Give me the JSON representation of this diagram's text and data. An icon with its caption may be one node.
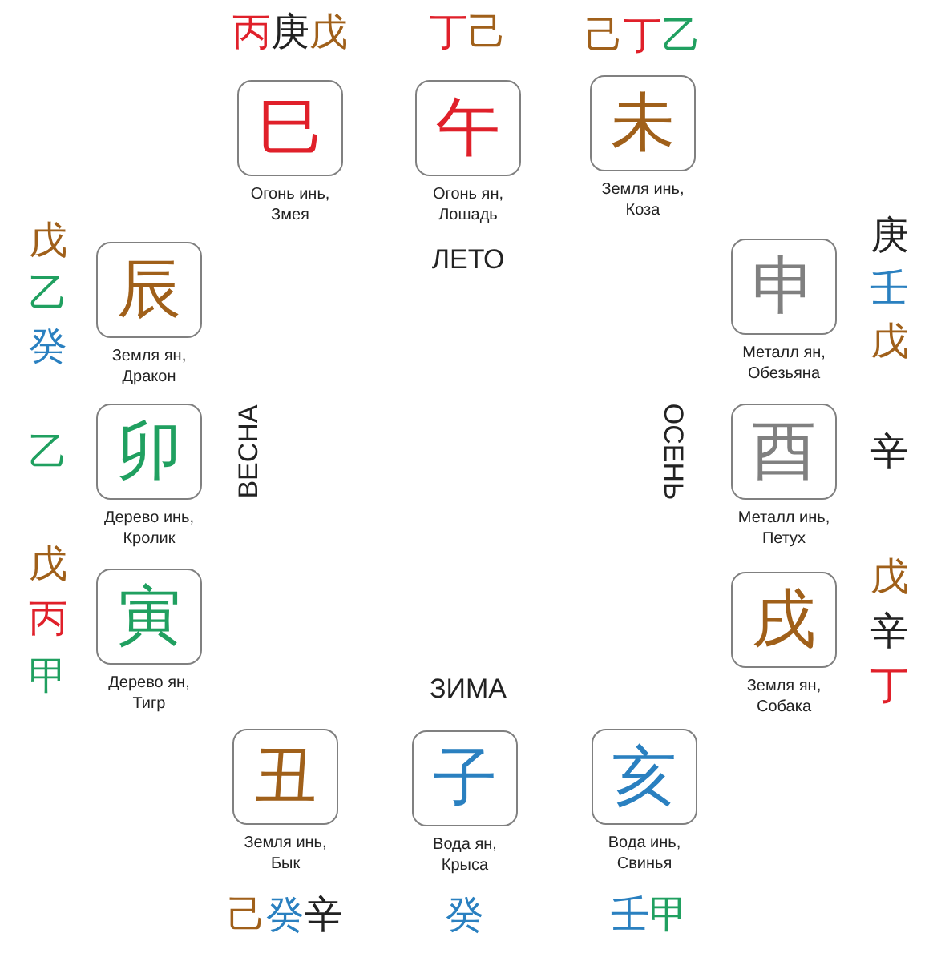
{
  "diagram": {
    "nodes": [
      {
        "text": [
          "巳"
        ],
        "beside": [
          "Огонь инь, Змея"
        ]
      },
      {
        "text": [
          "午"
        ],
        "beside": [
          "Огонь ян, Лошадь"
        ]
      },
      {
        "text": [
          "未"
        ],
        "beside": [
          "Земля инь, Коза"
        ]
      },
      {
        "text": [
          "辰"
        ],
        "beside": [
          "Земля ян, Дракон"
        ]
      },
      {
        "text": [
          "申"
        ],
        "beside": [
          "Металл ян, Обезьяна"
        ]
      },
      {
        "text": [
          "卯"
        ],
        "beside": [
          "Дерево инь, Кролик"
        ]
      },
      {
        "text": [
          "酉"
        ],
        "beside": [
          "Металл инь, Петух"
        ]
      },
      {
        "text": [
          "寅"
        ],
        "beside": [
          "Дерево ян, Тигр"
        ]
      },
      {
        "text": [
          "戌"
        ],
        "beside": [
          "Земля ян, Собака"
        ]
      },
      {
        "text": [
          "丑"
        ],
        "beside": [
          "Земля инь, Бык"
        ]
      },
      {
        "text": [
          "子"
        ],
        "beside": [
          "Вода ян, Крыса"
        ]
      },
      {
        "text": [
          "亥"
        ],
        "beside": [
          "Вода инь, Свинья"
        ]
      }
    ],
    "labels": [
      "丙",
      "庚",
      "戊",
      "丁",
      "己",
      "己",
      "丁",
      "乙",
      "戊",
      "庚",
      "乙",
      "壬",
      "癸",
      "戊",
      "ЛЕТО",
      "ВЕСНА",
      "ОСЕНЬ",
      "乙",
      "辛",
      "戊",
      "戊",
      "丙",
      "辛",
      "甲",
      "丁",
      "ЗИМА",
      "己",
      "癸",
      "辛",
      "癸",
      "壬",
      "甲"
    ]
  }
}
